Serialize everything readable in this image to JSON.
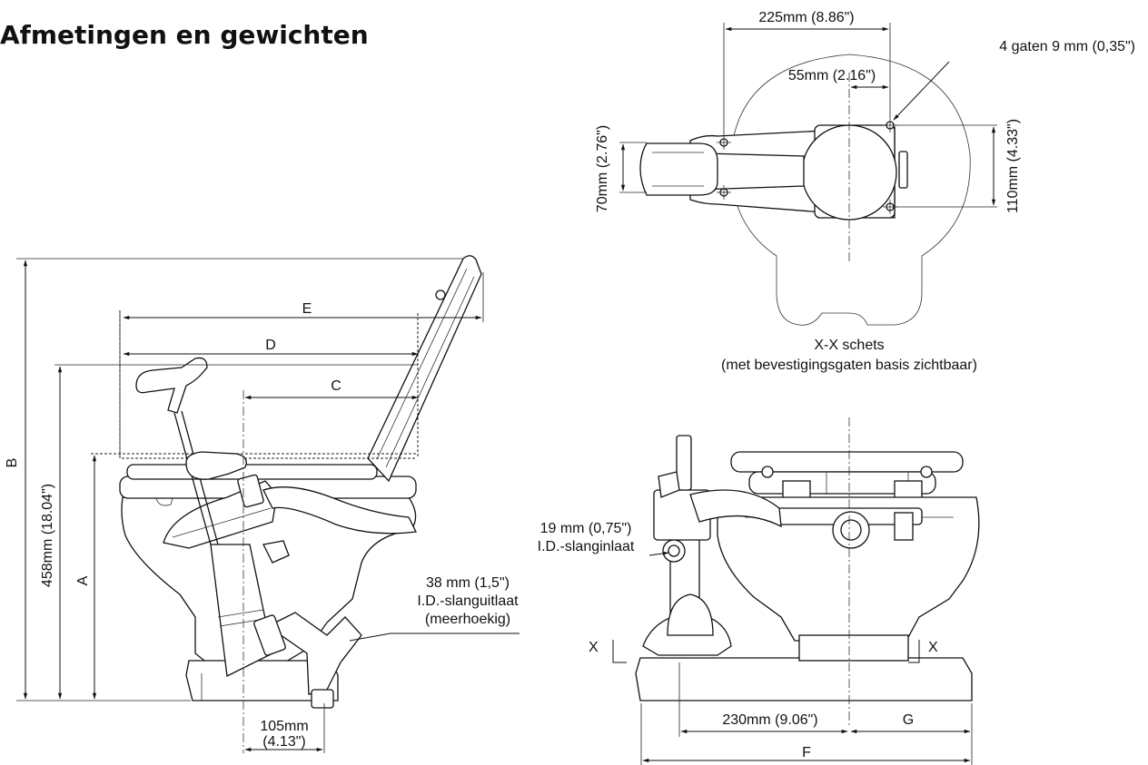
{
  "title": "Afmetingen en gewichten",
  "side_view": {
    "dim_A": "A",
    "dim_B": "B",
    "dim_C": "C",
    "dim_D": "D",
    "dim_E": "E",
    "height_label": "458mm (18.04\")",
    "base_offset_mm": "105mm",
    "base_offset_in": "(4.13\")",
    "outlet_line1": "38 mm (1,5\")",
    "outlet_line2": "I.D.-slanguitlaat",
    "outlet_line3": "(meerhoekig)"
  },
  "top_view": {
    "width_225": "225mm (8.86\")",
    "holes": "4 gaten 9 mm (0,35\")",
    "width_55": "55mm (2.16\")",
    "height_70": "70mm (2.76\")",
    "height_110": "110mm (4.33\")",
    "caption_line1": "X-X schets",
    "caption_line2": "(met bevestigingsgaten basis zichtbaar)"
  },
  "front_view": {
    "inlet_line1": "19 mm (0,75\")",
    "inlet_line2": "I.D.-slanginlaat",
    "section_left": "X",
    "section_right": "X",
    "width_230": "230mm (9.06\")",
    "dim_G": "G",
    "dim_F": "F"
  }
}
